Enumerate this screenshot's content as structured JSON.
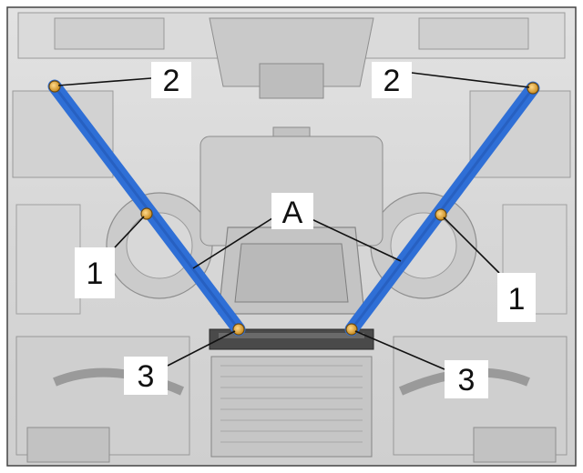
{
  "callouts": {
    "part_a": "A",
    "bolt_1": "1",
    "bolt_2": "2",
    "bolt_3": "3"
  },
  "colors": {
    "brace": "#2f6fd6",
    "brace_edge": "#1f4fa8",
    "bolt": "#e0a030",
    "background": "#e6e6e6",
    "frame": "#444444"
  }
}
